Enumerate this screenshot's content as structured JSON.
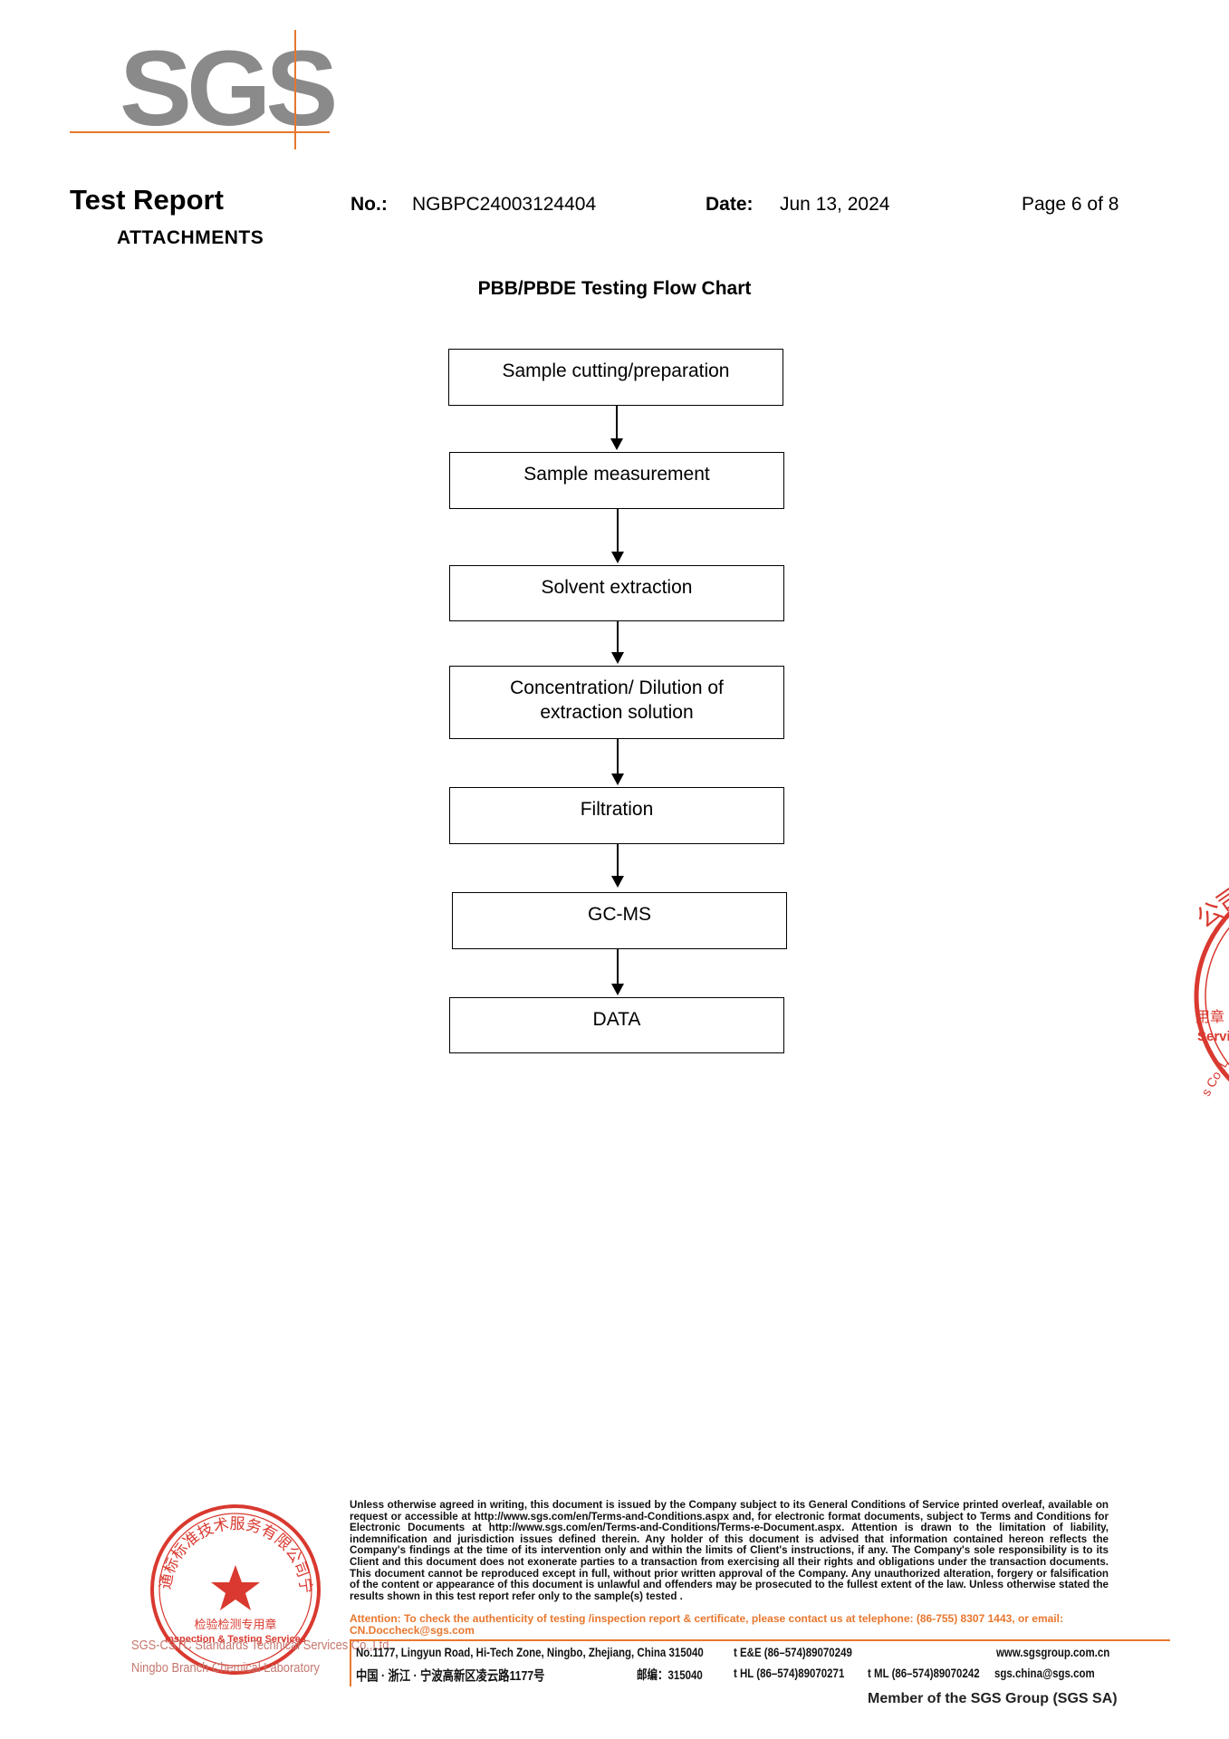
{
  "header": {
    "logo_text": "SGS",
    "report_title": "Test Report",
    "section": "ATTACHMENTS",
    "no_label": "No.:",
    "no_value": "NGBPC24003124404",
    "date_label": "Date:",
    "date_value": "Jun 13, 2024",
    "page": "Page 6 of 8"
  },
  "flowchart": {
    "title": "PBB/PBDE Testing Flow Chart",
    "steps": [
      "Sample cutting/preparation",
      "Sample measurement",
      "Solvent extraction",
      "Concentration/ Dilution of extraction solution",
      "Filtration",
      "GC-MS",
      "DATA"
    ]
  },
  "right_seal": {
    "text_partial_1": "公司",
    "text_partial_2": "用章",
    "text_partial_3": "Servic",
    "text_partial_4": "s Co.,L"
  },
  "footer": {
    "seal_top_cn": "通标标准技术服务有限公司宁波分公司",
    "seal_mid_cn": "检验检测专用章",
    "seal_mid_en": "Inspection & Testing Services",
    "seal_line1": "SGS-CSTC Standards Technical Services Co.,Ltd.",
    "seal_line2": "Ningbo Branch Chemical Laboratory",
    "disclaimer": "Unless otherwise agreed in writing, this document is issued by the Company subject to its General Conditions of Service printed overleaf, available on request or accessible at http://www.sgs.com/en/Terms-and-Conditions.aspx and, for electronic format documents, subject to Terms and Conditions for Electronic Documents at http://www.sgs.com/en/Terms-and-Conditions/Terms-e-Document.aspx. Attention is drawn to the limitation of liability, indemnification and jurisdiction issues defined therein. Any holder of this document is advised that information contained hereon reflects the Company's findings at the time of its intervention only and within the limits of Client's instructions, if any. The Company's sole responsibility is to its Client and this document does not exonerate parties to a transaction from exercising all their rights and obligations under the transaction documents. This document cannot be reproduced except in full, without prior written approval of the Company. Any unauthorized alteration, forgery or falsification of the content or appearance of this document is unlawful and offenders may be prosecuted to the fullest extent of the law. Unless otherwise stated the results shown in this test report refer only to the sample(s) tested .",
    "attention": "Attention: To check the authenticity of testing /inspection report & certificate, please contact us at telephone: (86-755) 8307 1443, or email: CN.Doccheck@sgs.com",
    "address_en": "No.1177, Lingyun Road, Hi-Tech Zone, Ningbo, Zhejiang, China 315040",
    "tel_ee": "t E&E (86–574)89070249",
    "website": "www.sgsgroup.com.cn",
    "address_cn": "中国 · 浙江 · 宁波高新区凌云路1177号",
    "postcode_cn": "邮编：315040",
    "tel_hl": "t HL   (86–574)89070271",
    "tel_ml": "t ML  (86–574)89070242",
    "email": "sgs.china@sgs.com",
    "member": "Member of the SGS Group (SGS SA)"
  },
  "colors": {
    "brand_orange": "#e8772e",
    "logo_gray": "#8a8a8a",
    "seal_red": "#d9392f"
  }
}
